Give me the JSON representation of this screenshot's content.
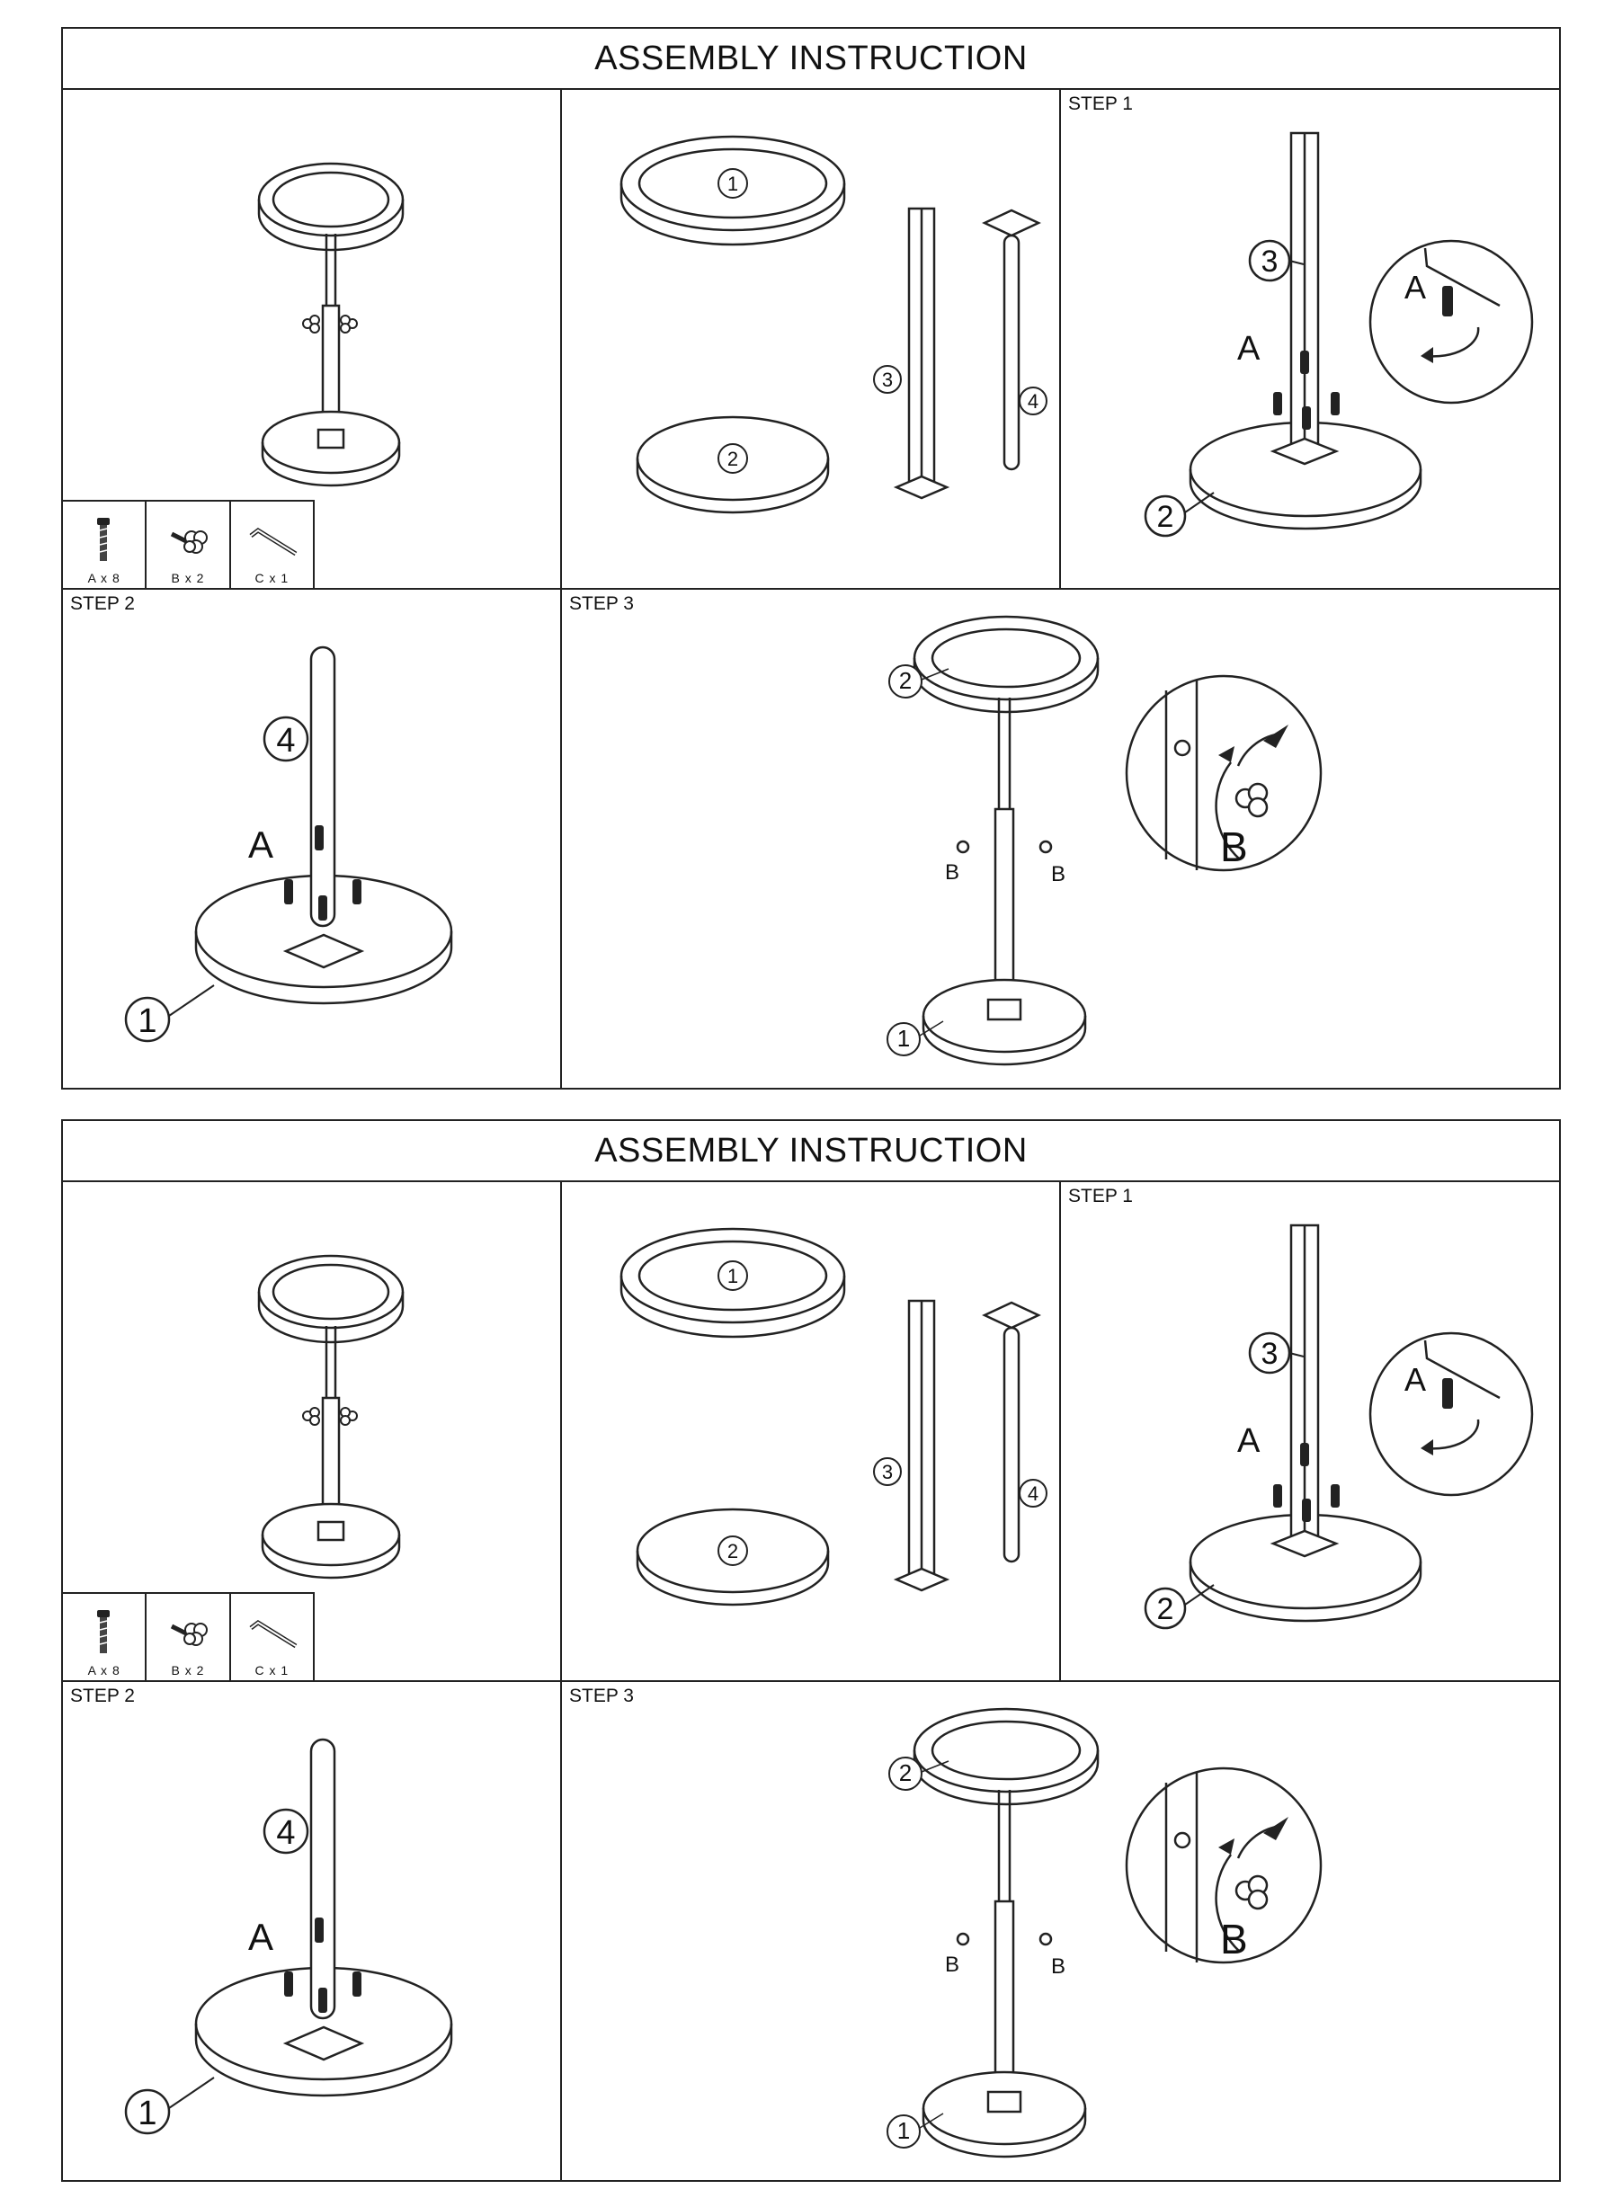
{
  "sheets": [
    {
      "title": "ASSEMBLY INSTRUCTION",
      "step1": "STEP 1",
      "step2": "STEP 2",
      "step3": "STEP 3",
      "hardware": [
        {
          "label": "A x 8",
          "icon": "screw-icon"
        },
        {
          "label": "B x 2",
          "icon": "knob-icon"
        },
        {
          "label": "C x 1",
          "icon": "allen-key-icon"
        }
      ],
      "part_numbers": [
        "1",
        "2",
        "3",
        "4"
      ],
      "part_letters": {
        "a": "A",
        "b": "B"
      }
    },
    {
      "title": "ASSEMBLY INSTRUCTION",
      "step1": "STEP 1",
      "step2": "STEP 2",
      "step3": "STEP 3",
      "hardware": [
        {
          "label": "A x 8",
          "icon": "screw-icon"
        },
        {
          "label": "B x 2",
          "icon": "knob-icon"
        },
        {
          "label": "C x 1",
          "icon": "allen-key-icon"
        }
      ],
      "part_numbers": [
        "1",
        "2",
        "3",
        "4"
      ],
      "part_letters": {
        "a": "A",
        "b": "B"
      }
    }
  ]
}
